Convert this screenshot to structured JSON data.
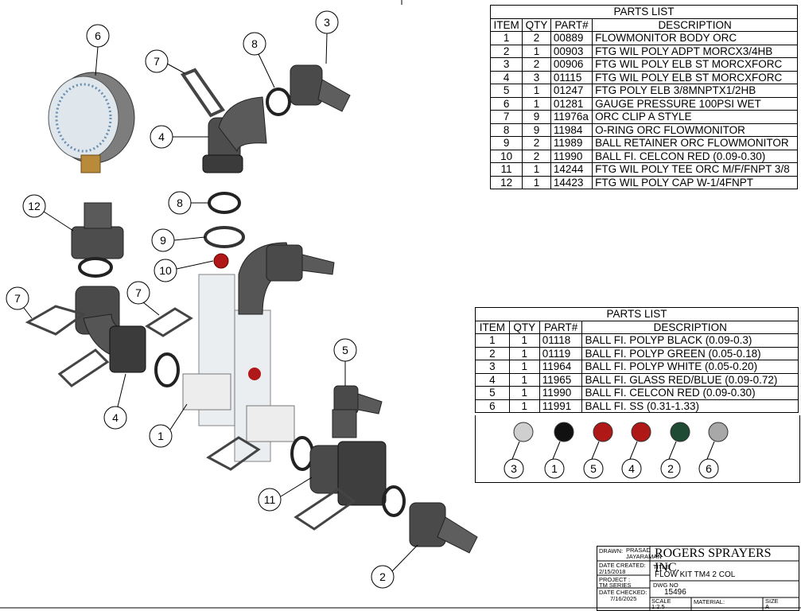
{
  "parts_list_1": {
    "title": "PARTS LIST",
    "headers": [
      "ITEM",
      "QTY",
      "PART#",
      "DESCRIPTION"
    ],
    "rows": [
      [
        "1",
        "2",
        "00889",
        "FLOWMONITOR BODY ORC"
      ],
      [
        "2",
        "1",
        "00903",
        "FTG WIL POLY ADPT MORCX3/4HB"
      ],
      [
        "3",
        "2",
        "00906",
        "FTG WIL POLY ELB ST MORCXFORC"
      ],
      [
        "4",
        "3",
        "01115",
        "FTG WIL POLY ELB ST MORCXFORC"
      ],
      [
        "5",
        "1",
        "01247",
        "FTG POLY ELB 3/8MNPTX1/2HB"
      ],
      [
        "6",
        "1",
        "01281",
        "GAUGE PRESSURE 100PSI WET"
      ],
      [
        "7",
        "9",
        "11976a",
        "ORC CLIP A STYLE"
      ],
      [
        "8",
        "9",
        "11984",
        "O-RING ORC FLOWMONITOR"
      ],
      [
        "9",
        "2",
        "11989",
        "BALL RETAINER ORC FLOWMONITOR"
      ],
      [
        "10",
        "2",
        "11990",
        "BALL FI. CELCON RED (0.09-0.30)"
      ],
      [
        "11",
        "1",
        "14244",
        "FTG WIL POLY TEE ORC M/F/FNPT 3/8"
      ],
      [
        "12",
        "1",
        "14423",
        "FTG WIL POLY CAP W-1/4FNPT"
      ]
    ]
  },
  "parts_list_2": {
    "title": "PARTS LIST",
    "headers": [
      "ITEM",
      "QTY",
      "PART#",
      "DESCRIPTION"
    ],
    "rows": [
      [
        "1",
        "1",
        "01118",
        "BALL FI. POLYP BLACK  (0.09-0.3)"
      ],
      [
        "2",
        "1",
        "01119",
        "BALL FI. POLYP GREEN  (0.05-0.18)"
      ],
      [
        "3",
        "1",
        "11964",
        "BALL FI. POLYP WHITE  (0.05-0.20)"
      ],
      [
        "4",
        "1",
        "11965",
        "BALL FI. GLASS RED/BLUE  (0.09-0.72)"
      ],
      [
        "5",
        "1",
        "11990",
        "BALL FI. CELCON RED (0.09-0.30)"
      ],
      [
        "6",
        "1",
        "11991",
        "BALL FI. SS (0.31-1.33)"
      ]
    ],
    "balls": [
      {
        "label": "3",
        "color": "#cfcfcf",
        "name": "white"
      },
      {
        "label": "1",
        "color": "#111111",
        "name": "black"
      },
      {
        "label": "5",
        "color": "#b01818",
        "name": "red"
      },
      {
        "label": "4",
        "color": "#b01818",
        "name": "red-blue"
      },
      {
        "label": "2",
        "color": "#1f4a33",
        "name": "green"
      },
      {
        "label": "6",
        "color": "#a8a8a8",
        "name": "ss"
      }
    ]
  },
  "title_block": {
    "drawn_label": "DRAWN:",
    "drawn_by": "PRASAD JAYARAMAN",
    "company": "ROGERS SPRAYERS INC.",
    "date_created_label": "DATE CREATED:",
    "date_created": "2/15/2018",
    "title_label": "TITLE",
    "title": "FLOW KIT TM4 2 COL",
    "project_label": "PROJECT :",
    "project": "TM SERIES",
    "date_checked_label": "DATE CHECKED:",
    "date_checked": "7/16/2025",
    "dwg_label": "DWG NO",
    "dwg_no": "15496",
    "scale_label": "SCALE",
    "scale": "1:2.5",
    "material_label": "MATERIAL:",
    "size_label": "SIZE",
    "size": "A"
  },
  "callouts": [
    "6",
    "7",
    "8",
    "3",
    "4",
    "8",
    "9",
    "10",
    "12",
    "7",
    "7",
    "1",
    "4",
    "5",
    "11",
    "2"
  ]
}
